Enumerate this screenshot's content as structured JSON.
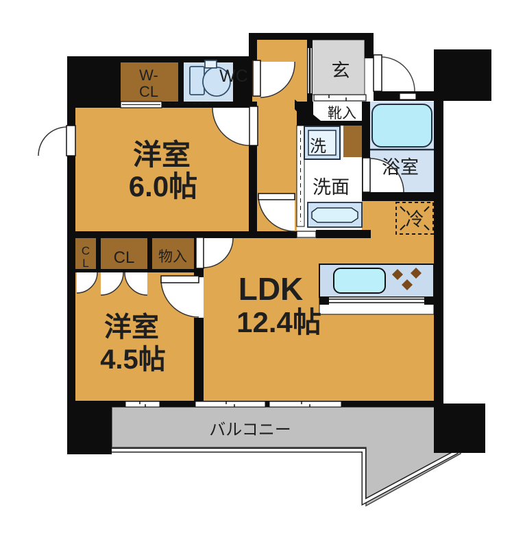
{
  "floorplan": {
    "type": "apartment-floorplan-1LDK",
    "labels": {
      "bedroom1_name": "洋室",
      "bedroom1_size": "6.0帖",
      "bedroom2_name": "洋室",
      "bedroom2_size": "4.5帖",
      "ldk_name": "LDK",
      "ldk_size": "12.4帖",
      "balcony": "バルコニー",
      "entrance": "玄",
      "shoe_box": "靴入",
      "wcl_line1": "W-",
      "wcl_line2": "CL",
      "wc": "WC",
      "washer": "洗",
      "washroom": "洗面",
      "bathroom": "浴室",
      "fridge": "冷",
      "closet_a_line1": "C",
      "closet_a_line2": "L",
      "closet_b": "CL",
      "storage": "物入"
    },
    "colors": {
      "wall": "#0d0d0d",
      "room": "#dfa851",
      "closet": "#9c6b2e",
      "water_room": "#cfe0f1",
      "bath_room": "#d3e2f3",
      "tub": "#b8ecf8",
      "fixture": "#cde3f5",
      "genkan": "#d6d6d6",
      "balcony": "#c0c0c0",
      "kitchen_panel": "#c9dbee",
      "kitchen_sink": "#bbf0fa",
      "burner": "#7a4a1c",
      "wc_text": "#53657c",
      "balcony_text": "#3c3c3c"
    }
  }
}
